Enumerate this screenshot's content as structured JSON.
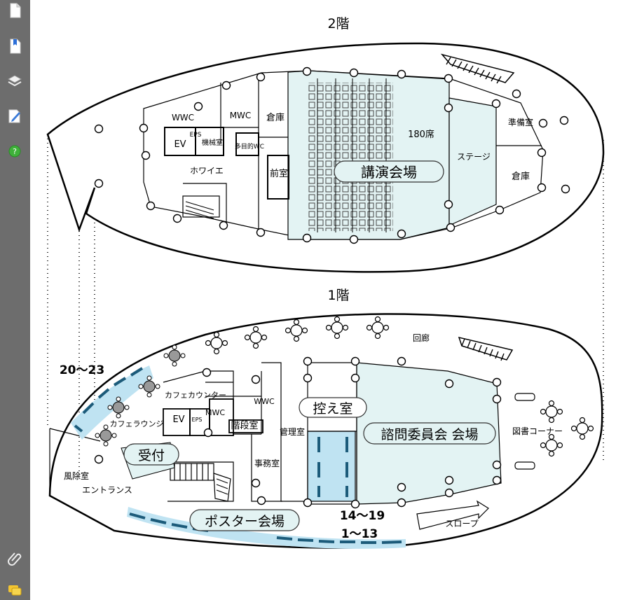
{
  "sidebar": {
    "buttons": [
      {
        "name": "pages-icon"
      },
      {
        "name": "bookmarks-icon"
      },
      {
        "name": "layers-icon"
      },
      {
        "name": "signature-icon"
      },
      {
        "name": "help-icon"
      },
      {
        "name": "attachments-icon"
      },
      {
        "name": "comments-icon"
      }
    ]
  },
  "floor2": {
    "title": "2階",
    "wwc": "WWC",
    "mwc": "MWC",
    "storage": "倉庫",
    "eps": "EPS",
    "ev": "EV",
    "machine_room": "機械室",
    "multipurpose_wc": "多目的WC",
    "hall": "ホワイエ",
    "front_room": "前室",
    "lecture_hall": "講演会場",
    "seats": "180席",
    "stage": "ステージ",
    "prep_room": "準備室",
    "storage2": "倉庫"
  },
  "floor1": {
    "title": "1階",
    "corridor": "回廊",
    "booth_20_23": "20～23",
    "cafe_counter": "カフェカウンター",
    "wwc": "WWC",
    "cafe_lounge": "カフェラウンジ",
    "ev": "EV",
    "eps": "EPS",
    "mwc": "MWC",
    "stairs": "階段室",
    "management": "管理室",
    "waiting_room": "控え室",
    "council_hall": "諮問委員会 会場",
    "library_corner": "図書コーナー",
    "reception": "受付",
    "windbreak": "風除室",
    "entrance": "エントランス",
    "office": "事務室",
    "poster_hall": "ポスター会場",
    "booth_14_19": "14～19",
    "booth_1_13": "1～13",
    "slope": "スロープ"
  },
  "colors": {
    "sidebar": "#6d6d6d",
    "hall_fill": "#e3f3f3",
    "highlight": "#bfe3f2",
    "booth": "#1c5b7a"
  }
}
